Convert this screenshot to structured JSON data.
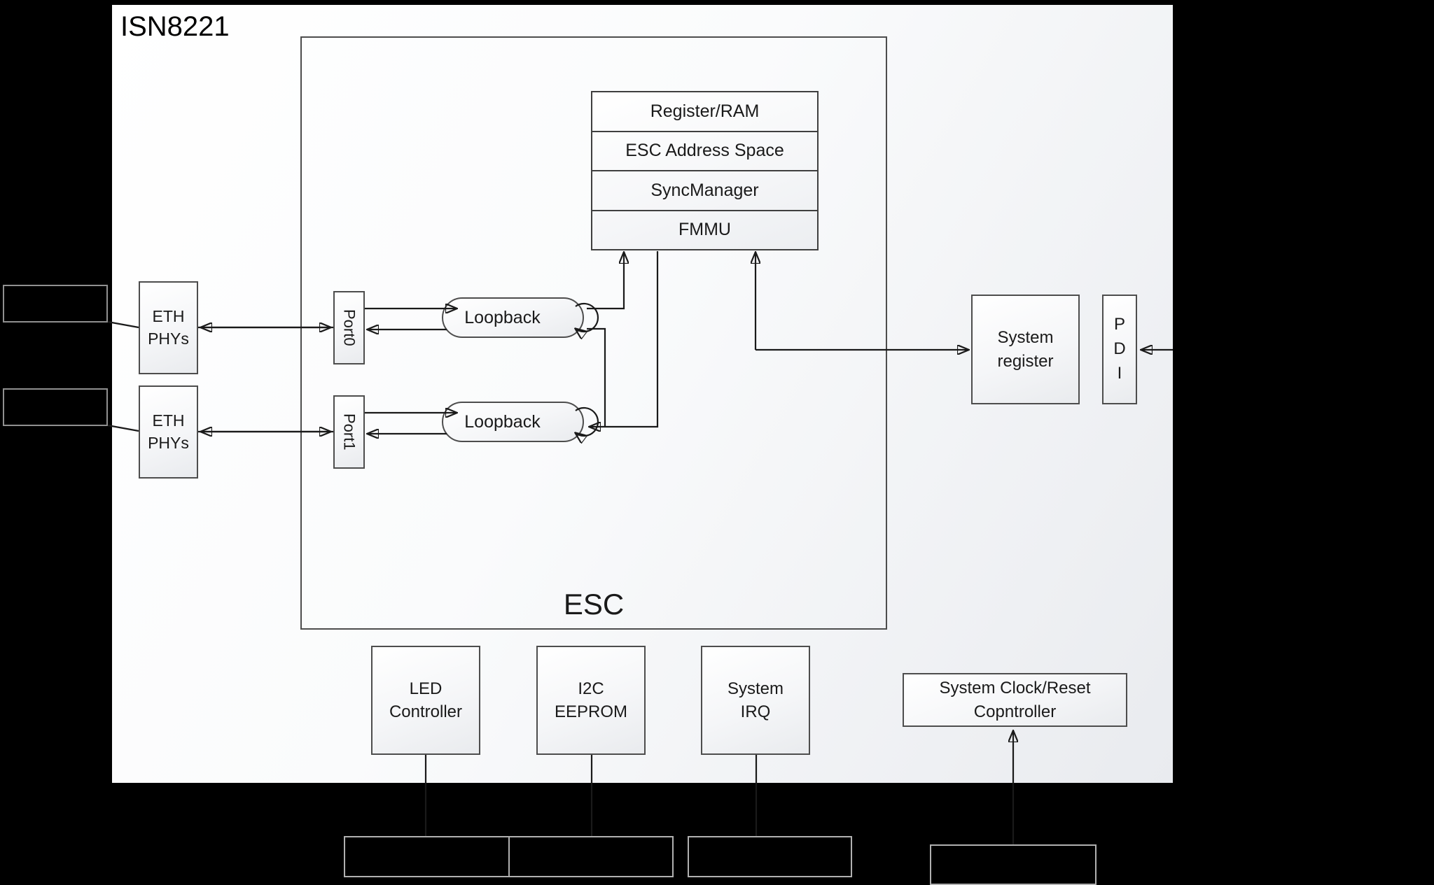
{
  "colors": {
    "background": "#000000",
    "canvas": "#ffffff",
    "stroke": "#1a1a1a",
    "box_border": "#4d4d4d"
  },
  "chip": {
    "title": "ISN8221"
  },
  "esc": {
    "label": "ESC"
  },
  "stack": {
    "rows": [
      "Register/RAM",
      "ESC Address Space",
      "SyncManager",
      "FMMU"
    ]
  },
  "left": {
    "eth_phys_top": "ETH\nPHYs",
    "eth_phys_bottom": "ETH\nPHYs"
  },
  "ports": {
    "port0": "Port0",
    "port1": "Port1"
  },
  "loopbacks": {
    "top": "Loopback",
    "bottom": "Loopback"
  },
  "right": {
    "system_register": "System\nregister",
    "pdi": "P\nD\nI"
  },
  "bottom": {
    "led": "LED\nController",
    "eeprom": "I2C\nEEPROM",
    "irq": "System\nIRQ",
    "clock": "System Clock/Reset\nCopntroller"
  }
}
